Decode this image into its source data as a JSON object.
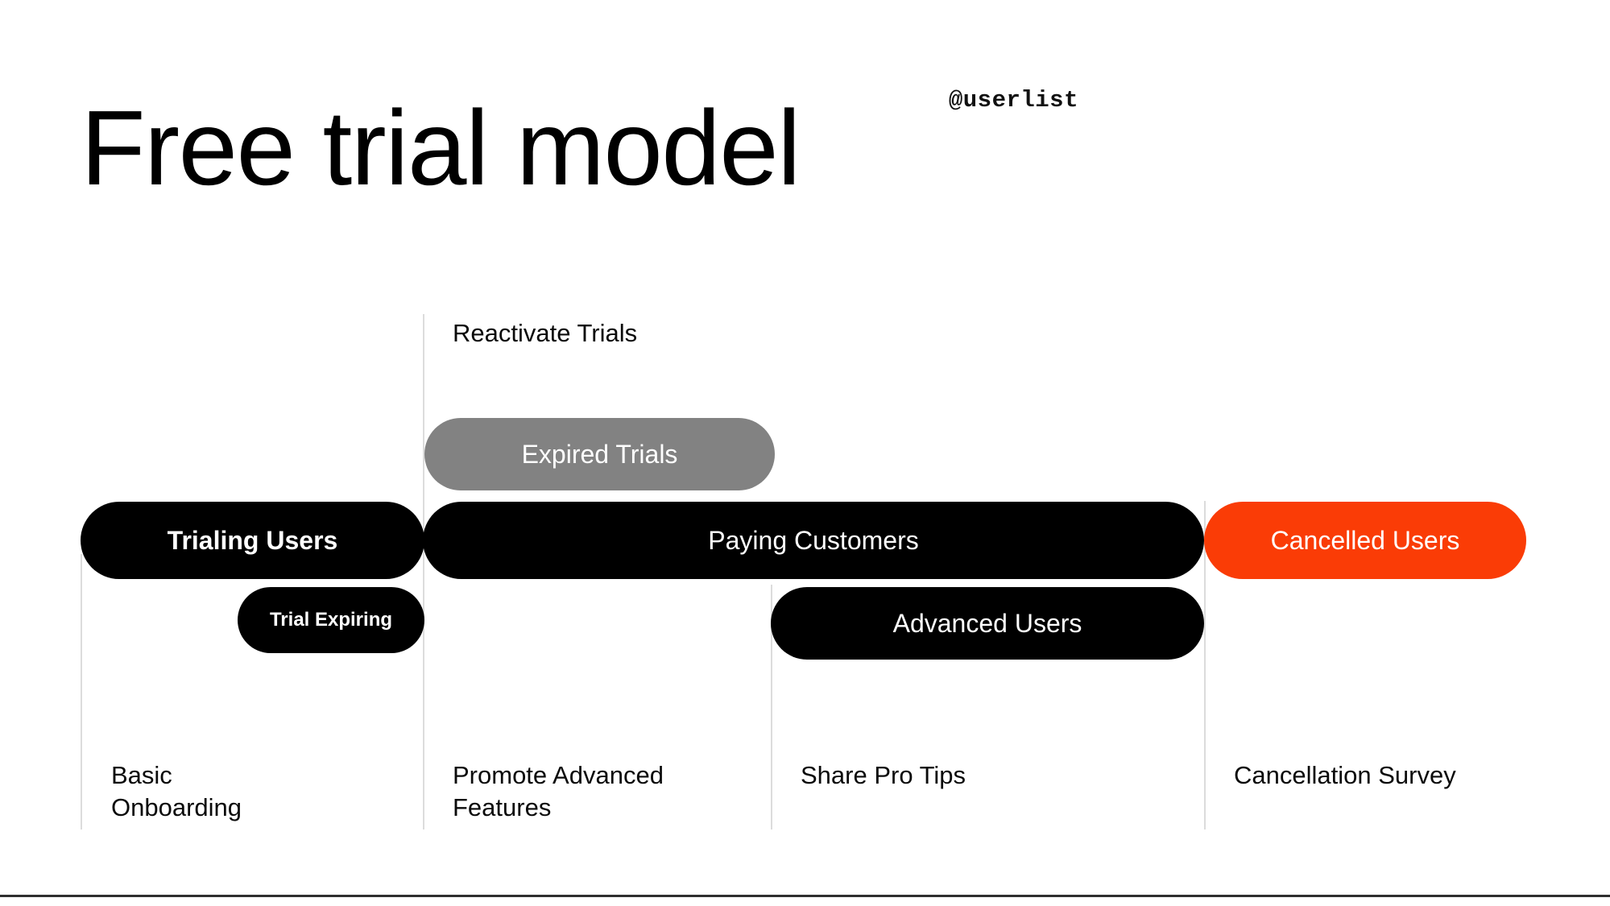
{
  "slide": {
    "title": "Free trial model",
    "brand_handle": "@userlist",
    "background_color": "#ffffff",
    "accent_color": "#fa3c06",
    "secondary_color": "#828282",
    "primary_color": "#000000"
  },
  "diagram": {
    "type": "lifecycle-stage-bars",
    "top_note": "Reactivate Trials",
    "segments": [
      {
        "id": "trialing",
        "label": "Trialing Users",
        "color": "#000000",
        "row": "main"
      },
      {
        "id": "paying",
        "label": "Paying Customers",
        "color": "#000000",
        "row": "main"
      },
      {
        "id": "cancelled",
        "label": "Cancelled Users",
        "color": "#fa3c06",
        "row": "main"
      },
      {
        "id": "expired",
        "label": "Expired Trials",
        "color": "#828282",
        "row": "above"
      },
      {
        "id": "trial-expiring",
        "label": "Trial Expiring",
        "color": "#000000",
        "row": "below"
      },
      {
        "id": "advanced",
        "label": "Advanced Users",
        "color": "#000000",
        "row": "below"
      }
    ],
    "track_labels": [
      {
        "id": "basic-onboarding",
        "text": "Basic\nOnboarding"
      },
      {
        "id": "promote-advanced-features",
        "text": "Promote Advanced\nFeatures"
      },
      {
        "id": "share-pro-tips",
        "text": "Share Pro Tips"
      },
      {
        "id": "cancellation-survey",
        "text": "Cancellation Survey"
      }
    ]
  }
}
